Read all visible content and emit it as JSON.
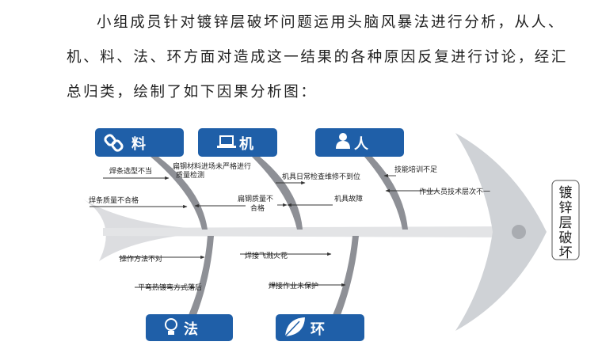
{
  "paragraph": {
    "line1": "小组成员针对镀锌层破坏问题运用头脑风暴法进行分析，从人、",
    "line2": "机、料、法、环方面对造成这一结果的各种原因反复进行讨论，经汇",
    "line3": "总归类，绘制了如下因果分析图："
  },
  "diagram": {
    "head_label": [
      "镀",
      "锌",
      "层",
      "破",
      "坏"
    ],
    "colors": {
      "category_box": "#1f5fa8",
      "bone": "#8e9096",
      "spine": "#e3e4e6",
      "head": "#cfd2d6"
    },
    "categories": [
      {
        "label": "料",
        "icon": "chain-link-icon"
      },
      {
        "label": "机",
        "icon": "laptop-icon"
      },
      {
        "label": "人",
        "icon": "person-icon"
      },
      {
        "label": "法",
        "icon": "lightbulb-icon"
      },
      {
        "label": "环",
        "icon": "leaf-icon"
      }
    ],
    "causes": {
      "material_1": "焊条选型不当",
      "material_2": "焊条质量不合格",
      "machine_1": "扁钢材料进场未严格进行",
      "machine_1b": "质量检测",
      "machine_2": "扁钢质量不",
      "machine_2b": "合格",
      "machine_3": "机具日常检查维修不到位",
      "machine_4": "机具故障",
      "person_1": "技能培训不足",
      "person_2": "作业人员技术层次不一",
      "method_1": "操作方法不对",
      "method_2": "平弯热镀弯方式落后",
      "env_1": "焊接飞溅火花",
      "env_2": "焊接作业未保护"
    }
  }
}
